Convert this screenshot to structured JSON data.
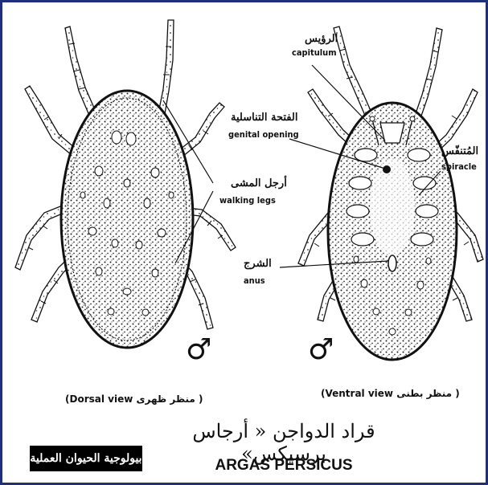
{
  "labels": {
    "capitulum_ar": "الرؤيس",
    "capitulum_en": "capitulum",
    "genital_ar": "الفتحة التناسلية",
    "genital_en": "genital opening",
    "legs_ar": "أرجل المشى",
    "legs_en": "walking legs",
    "spiracle_ar": "المُتنفّس",
    "spiracle_en": "spiracle",
    "anus_ar": "الشرج",
    "anus_en": "anus"
  },
  "captions": {
    "dorsal": "(Dorsal view منظر ظهرى )",
    "ventral": "(Ventral view منظر بطنى )"
  },
  "symbols": {
    "male": "♂"
  },
  "title": {
    "arabic": "قراد الدواجن « أرجاس برسيكس»",
    "latin": "ARGAS PERSICUS"
  },
  "badge": "بيولوجية الحيوان العملية",
  "colors": {
    "frame": "#1f2f78",
    "ink": "#111111"
  }
}
